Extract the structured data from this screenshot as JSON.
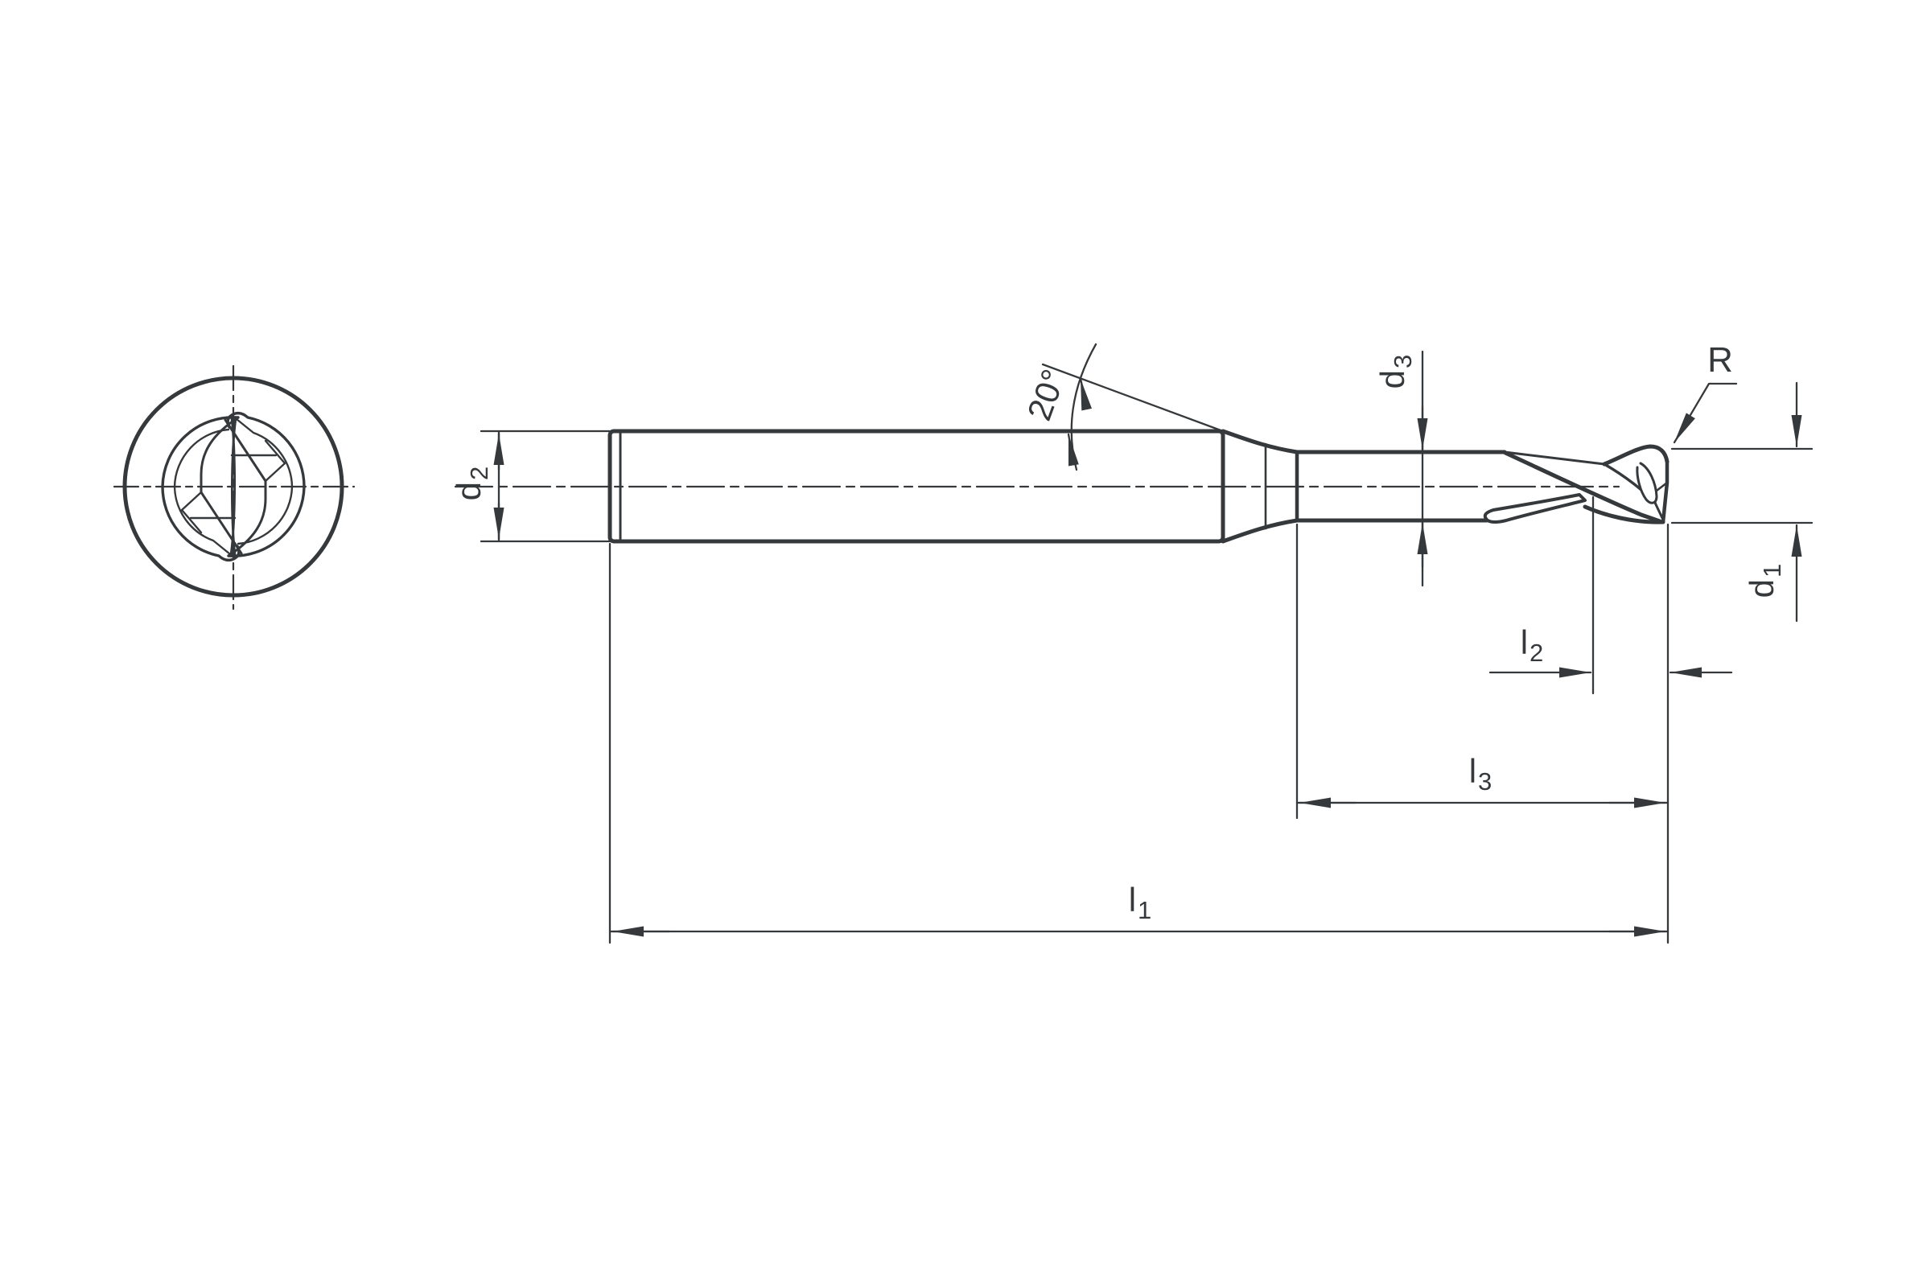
{
  "drawing": {
    "colors": {
      "line": "#36393c",
      "background": "#ffffff"
    },
    "labels": {
      "shank_diameter": {
        "base": "d",
        "sub": "2"
      },
      "neck_angle": "20°",
      "neck_diameter": {
        "base": "d",
        "sub": "3"
      },
      "corner_radius": "R",
      "cutting_diameter": {
        "base": "d",
        "sub": "1"
      },
      "flute_length": {
        "base": "l",
        "sub": "2"
      },
      "reach_length": {
        "base": "l",
        "sub": "3"
      },
      "overall_length": {
        "base": "l",
        "sub": "1"
      }
    }
  }
}
